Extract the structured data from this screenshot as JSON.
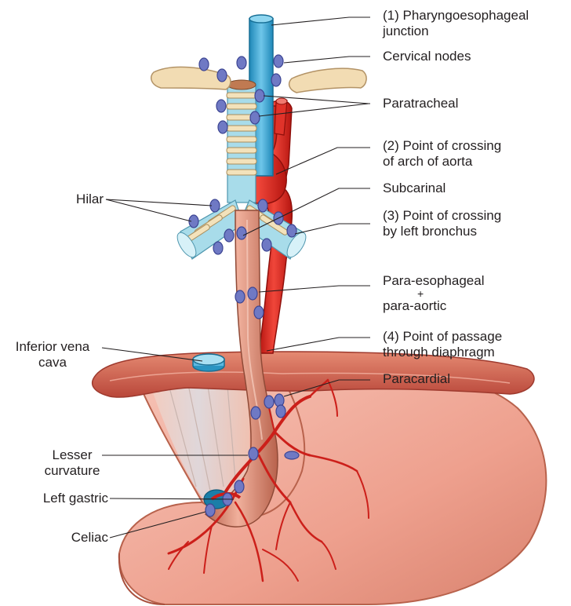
{
  "labels": {
    "pharyngo": [
      "(1) Pharyngoesophageal",
      "junction"
    ],
    "cervical": "Cervical nodes",
    "paratracheal": "Paratracheal",
    "aorta_crossing": [
      "(2) Point of crossing",
      "of arch of aorta"
    ],
    "subcarinal": "Subcarinal",
    "bronchus_crossing": [
      "(3) Point of crossing",
      "by left bronchus"
    ],
    "hilar": "Hilar",
    "para_esophageal": "Para-esophageal",
    "plus": "+",
    "para_aortic": "para-aortic",
    "diaphragm_passage": [
      "(4) Point of passage",
      "through diaphragm"
    ],
    "ivc": [
      "Inferior vena",
      "cava"
    ],
    "paracardial": "Paracardial",
    "lesser_curvature": [
      "Lesser",
      "curvature"
    ],
    "left_gastric": "Left gastric",
    "celiac": "Celiac"
  },
  "colors": {
    "esophagus": "#d9846a",
    "aorta": "#e2231a",
    "trachea": "#8fd3e6",
    "node": "#6f79c4",
    "stomach": "#f0a595",
    "clavicle": "#f2dcb3",
    "diaphragm": "#d96b55",
    "vessel": "#cc1f1a",
    "leader": "#231f20"
  }
}
